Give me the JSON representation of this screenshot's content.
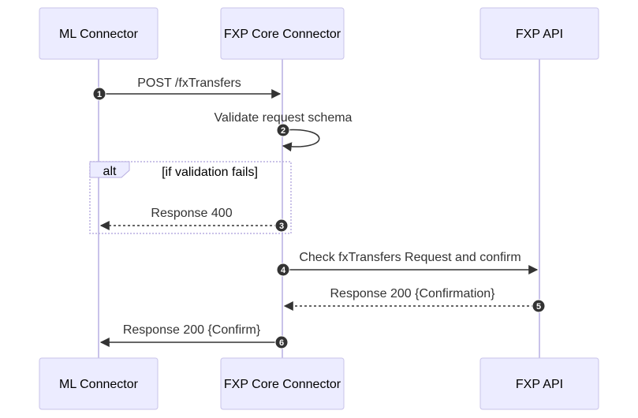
{
  "actors": {
    "ml": "ML Connector",
    "core": "FXP Core Connector",
    "api": "FXP API"
  },
  "messages": {
    "m1": {
      "seq": "1",
      "text": "POST /fxTransfers"
    },
    "m2": {
      "seq": "2",
      "text": "Validate request schema"
    },
    "m3": {
      "seq": "3",
      "text": "Response 400"
    },
    "m4": {
      "seq": "4",
      "text": "Check fxTransfers Request and confirm"
    },
    "m5": {
      "seq": "5",
      "text": "Response 200 {Confirmation}"
    },
    "m6": {
      "seq": "6",
      "text": "Response 200 {Confirm}"
    }
  },
  "alt": {
    "label": "alt",
    "condition": "[if validation fails]"
  },
  "colors": {
    "actor_fill": "#ececff",
    "actor_border": "#c9c3ea",
    "line": "#333333"
  }
}
